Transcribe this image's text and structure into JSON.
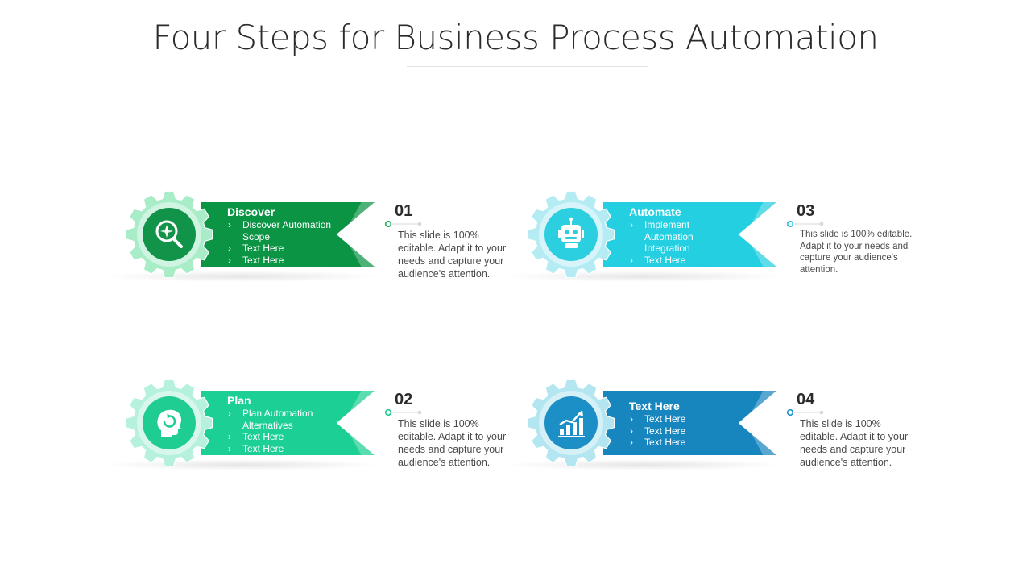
{
  "slide": {
    "title": "Four Steps for Business Process Automation"
  },
  "steps": [
    {
      "number": "01",
      "heading": "Discover",
      "bullets": [
        "Discover Automation Scope",
        "Text Here",
        "Text Here"
      ],
      "description": "This slide is 100% editable. Adapt it to your needs and capture your audience's attention.",
      "icon": "magnifier-compass-icon",
      "colors": {
        "band": "#0a9444",
        "gear": "#a8ecc8",
        "circle": "#12934a",
        "dot": "#1fae63"
      }
    },
    {
      "number": "02",
      "heading": "Plan",
      "bullets": [
        "Plan Automation Alternatives",
        "Text Here",
        "Text Here"
      ],
      "description": "This slide is 100% editable. Adapt it to your needs and capture your audience's attention.",
      "icon": "head-refresh-icon",
      "colors": {
        "band": "#1ccf94",
        "gear": "#b6f1dd",
        "circle": "#1fcc92",
        "dot": "#21c98f"
      }
    },
    {
      "number": "03",
      "heading": "Automate",
      "bullets": [
        "Implement Automation Integration",
        "Text Here"
      ],
      "description": "This slide is 100% editable. Adapt it to your needs and capture your audience's attention.",
      "icon": "robot-icon",
      "colors": {
        "band": "#23cfe0",
        "gear": "#b5ecf4",
        "circle": "#2ccfe0",
        "dot": "#22c5dd"
      }
    },
    {
      "number": "04",
      "heading": "Text Here",
      "bullets": [
        "Text Here",
        "Text Here",
        "Text Here"
      ],
      "description": "This slide is 100% editable. Adapt it to your needs and capture your audience's attention.",
      "icon": "growth-chart-icon",
      "colors": {
        "band": "#1886be",
        "gear": "#b3e6f0",
        "circle": "#1b8fc6",
        "dot": "#1a8fc7"
      }
    }
  ]
}
